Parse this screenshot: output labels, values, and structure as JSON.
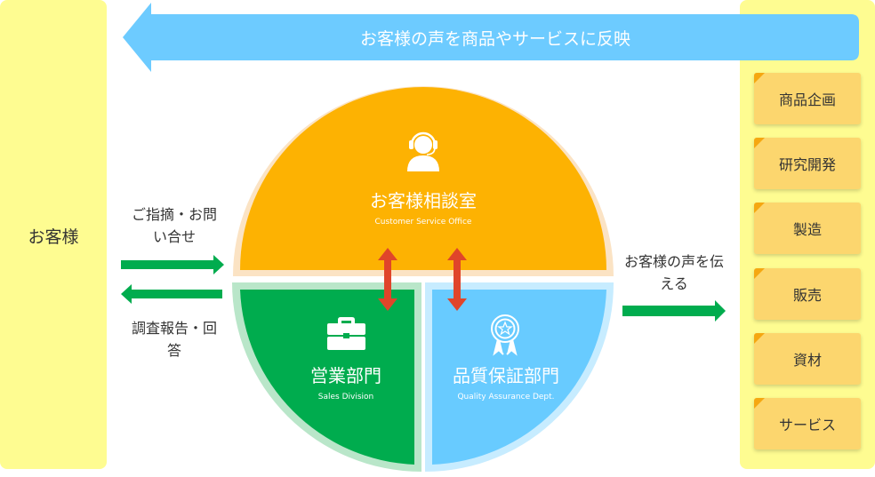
{
  "banner": {
    "text": "お客様の声を商品やサービスに反映"
  },
  "customer": {
    "label": "お客様"
  },
  "left_flow": {
    "inquiry": "ご指摘・お問い合せ",
    "reply": "調査報告・回答"
  },
  "right_flow": {
    "label": "お客様の声を伝える"
  },
  "center": {
    "customer_service": {
      "jp": "お客様相談室",
      "en": "Customer Service Office"
    },
    "sales": {
      "jp": "営業部門",
      "en": "Sales Division"
    },
    "quality": {
      "jp": "品質保証部門",
      "en": "Quality Assurance Dept."
    }
  },
  "departments": [
    "商品企画",
    "研究開発",
    "製造",
    "販売",
    "資材",
    "サービス"
  ],
  "colors": {
    "yellow": "#fefc91",
    "orange": "#fdb202",
    "green": "#00ac4e",
    "blue": "#68cbff",
    "arrow_blue": "#6dcbff",
    "red": "#e0452a"
  }
}
